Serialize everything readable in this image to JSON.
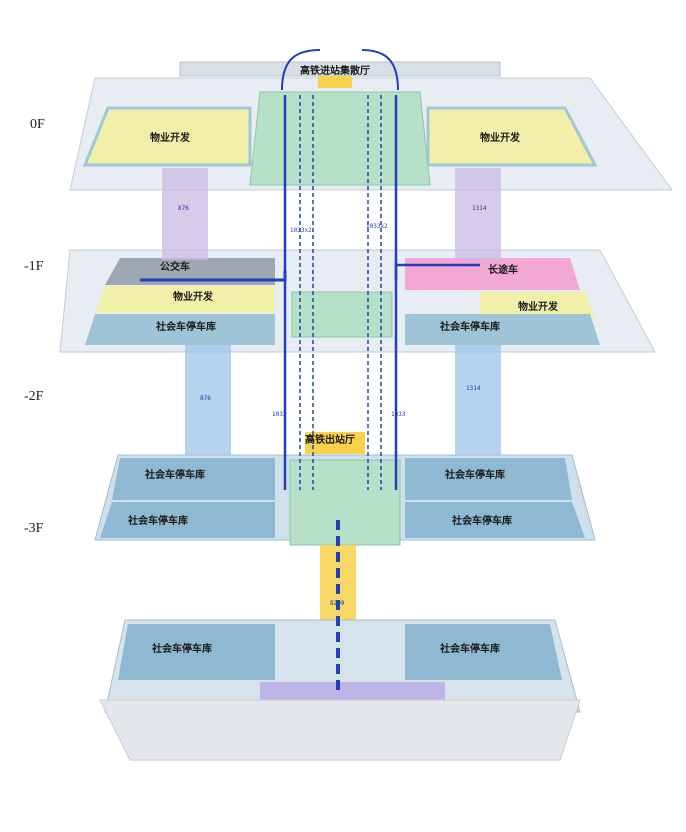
{
  "floors": [
    "0F",
    "-1F",
    "-2F",
    "-3F"
  ],
  "labels": {
    "hall_in": "高铁进站集散厅",
    "hall_out": "高铁出站厅",
    "prop_dev": "物业开发",
    "bus": "公交车",
    "coach": "长途车",
    "parking": "社会车停车库"
  },
  "flows": {
    "f1": "1033x2",
    "f2": "1033",
    "f3": "876",
    "f4": "1314",
    "f5": "8299",
    "f6": "1033",
    "f7": "1033x2"
  },
  "colors": {
    "platform": "#dfe7ef",
    "property": "#f2f0a8",
    "concourse": "#a8dcc0",
    "parking": "#9fc4d8",
    "purple": "#c9b9e6",
    "blue_shaft": "#9cc3e8",
    "yellow": "#f7d24a",
    "arrow": "#2340b8",
    "pink": "#f3a7d4"
  }
}
